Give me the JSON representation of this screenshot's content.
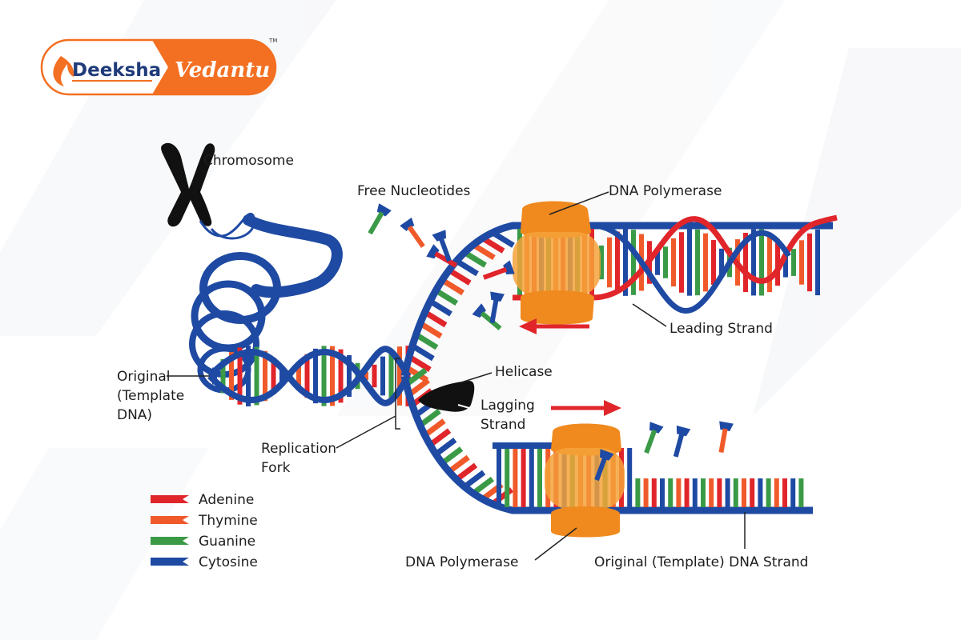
{
  "logo": {
    "left_text": "Deeksha",
    "right_text": "Vedantu",
    "mark": "TM"
  },
  "colors": {
    "adenine": "#e0252b",
    "thymine": "#f05a2a",
    "guanine": "#3a9a46",
    "cytosine": "#1f4aa3",
    "backbone": "#1f4aa3",
    "new_strand": "#e0252b",
    "enzyme": "#f08a1e",
    "helicase": "#111111",
    "brand_orange": "#f36f21",
    "brand_blue": "#1f3b7a"
  },
  "labels": {
    "chromosome": "Chromosome",
    "free_nucleotides": "Free Nucleotides",
    "dna_polymerase_top": "DNA Polymerase",
    "leading_strand": "Leading Strand",
    "helicase": "Helicase",
    "lagging_strand_line1": "Lagging",
    "lagging_strand_line2": "Strand",
    "original_line1": "Original",
    "original_line2": "(Template",
    "original_line3": "DNA)",
    "replication_fork_line1": "Replication",
    "replication_fork_line2": "Fork",
    "dna_polymerase_bottom": "DNA Polymerase",
    "template_strand": "Original (Template) DNA Strand"
  },
  "legend": [
    {
      "name": "Adenine",
      "color": "#e0252b"
    },
    {
      "name": "Thymine",
      "color": "#f05a2a"
    },
    {
      "name": "Guanine",
      "color": "#3a9a46"
    },
    {
      "name": "Cytosine",
      "color": "#1f4aa3"
    }
  ]
}
